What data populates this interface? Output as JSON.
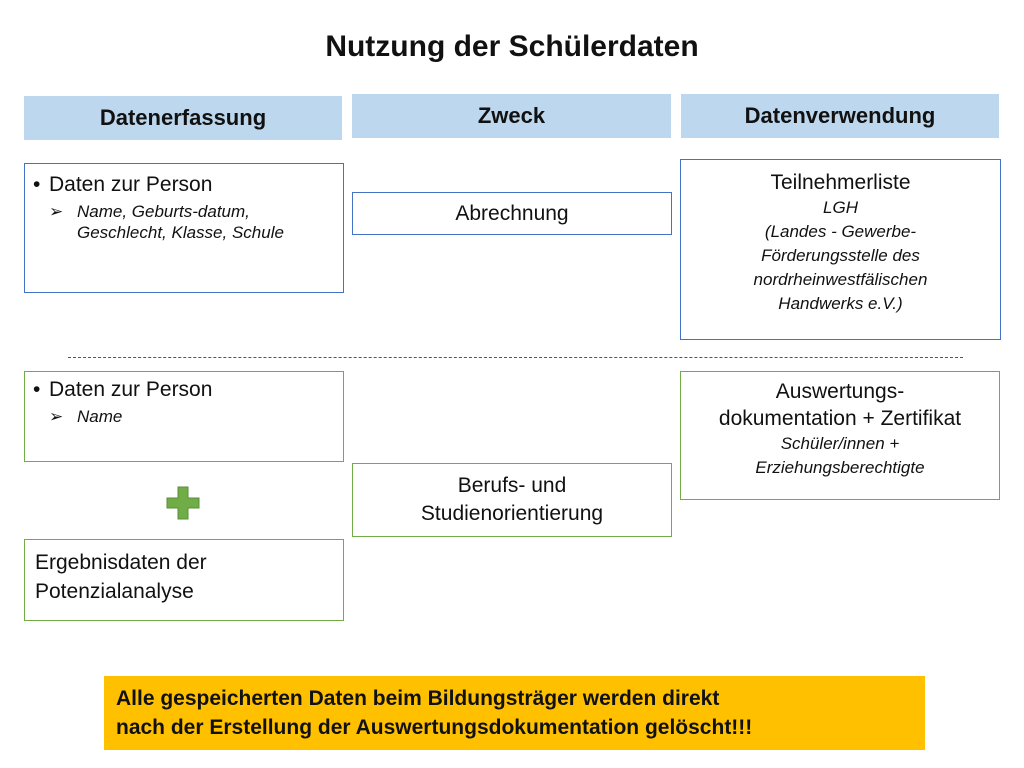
{
  "title": "Nutzung der Schülerdaten",
  "columns": {
    "c1": "Datenerfassung",
    "c2": "Zweck",
    "c3": "Datenverwendung"
  },
  "upper": {
    "erfassung": {
      "bullet": "Daten zur Person",
      "sub": "Name, Geburts-datum, Geschlecht, Klasse, Schule"
    },
    "zweck": "Abrechnung",
    "verwendung": {
      "title": "Teilnehmerliste",
      "lines": [
        "LGH",
        "(Landes - Gewerbe-",
        "Förderungsstelle des",
        "nordrheinwestfälischen",
        "Handwerks e.V.)"
      ]
    }
  },
  "lower": {
    "erfassung": {
      "bullet": "Daten zur Person",
      "sub": "Name"
    },
    "ergebnis": [
      "Ergebnisdaten der",
      "Potenzialanalyse"
    ],
    "zweck": [
      "Berufs- und",
      "Studienorientierung"
    ],
    "verwendung": {
      "title": [
        "Auswertungs-",
        "dokumentation + Zertifikat"
      ],
      "lines": [
        "Schüler/innen +",
        "Erziehungsberechtigte"
      ]
    }
  },
  "notice": [
    "Alle gespeicherten Daten beim Bildungsträger werden direkt",
    "nach der Erstellung der Auswertungsdokumentation gelöscht!!!"
  ],
  "colors": {
    "header_bg": "#bdd7ee",
    "upper_border": "#4472c4",
    "lower_border": "#70ad47",
    "plus": "#70ad47",
    "notice_bg": "#ffc000"
  },
  "icons": {
    "plus": "plus-icon",
    "bullet": "bullet-dot",
    "arrow": "arrow-bullet-icon"
  }
}
